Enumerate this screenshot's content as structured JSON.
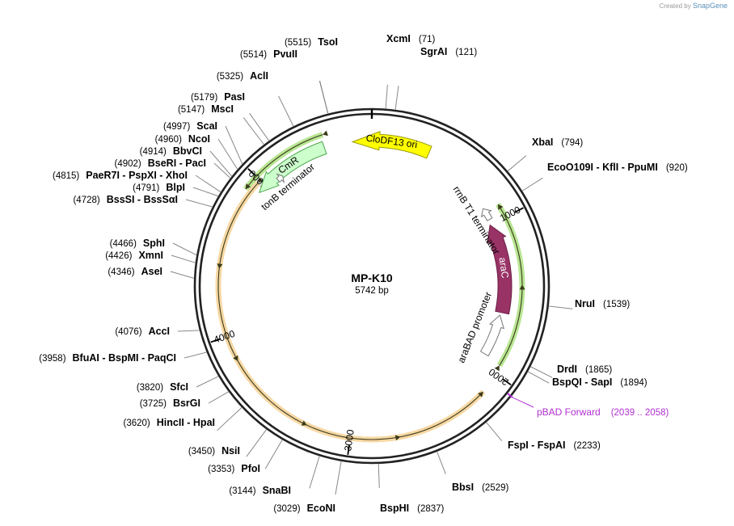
{
  "credit": {
    "prefix": "Created by",
    "brand": "SnapGene"
  },
  "plasmid": {
    "name": "MP-K10",
    "size_label": "5742 bp",
    "length": 5742
  },
  "ticks": [
    {
      "pos": 1000,
      "label": "1000"
    },
    {
      "pos": 2000,
      "label": "2000"
    },
    {
      "pos": 3000,
      "label": "3000"
    },
    {
      "pos": 4000,
      "label": "4000"
    },
    {
      "pos": 5000,
      "label": "5000"
    }
  ],
  "features": [
    {
      "name": "CloDF13 ori",
      "start": 5620,
      "end": 370,
      "direction": "reverse",
      "color": "#ffff00",
      "stroke": "#999900",
      "text_color": "#000000"
    },
    {
      "name": "CmR",
      "start": 4940,
      "end": 5440,
      "direction": "reverse",
      "color": "#ccffcc",
      "stroke": "#4fa64f",
      "text_color": "#000000"
    },
    {
      "name": "araC",
      "start": 1000,
      "end": 1620,
      "direction": "reverse",
      "color": "#993366",
      "stroke": "#6b1f47",
      "text_color": "#ffffff"
    },
    {
      "name": "araBAD promoter",
      "start": 1640,
      "end": 1930,
      "direction": "reverse",
      "color": "#ffffff",
      "stroke": "#777777",
      "text_color": "#000000"
    },
    {
      "name": "rrnB T1 terminator",
      "start": 880,
      "end": 965,
      "direction": "reverse",
      "color": "#ffffff",
      "stroke": "#777777",
      "text_color": "#000000"
    },
    {
      "name": "tonB terminator",
      "start": 5080,
      "end": 5120,
      "direction": "forward",
      "color": "#ffffff",
      "stroke": "#777777",
      "text_color": "#000000"
    }
  ],
  "orfs": [
    {
      "start": 910,
      "end": 1945,
      "direction": "reverse",
      "color": "#7fd13b"
    },
    {
      "start": 4905,
      "end": 5455,
      "direction": "reverse",
      "color": "#7fd13b"
    },
    {
      "start": 2130,
      "end": 4980,
      "direction": "reverse",
      "color": "#f0b85a"
    }
  ],
  "primer": {
    "label": "pBAD Forward",
    "range": "(2039 .. 2058)",
    "pos": 2048,
    "color": "#b030d0"
  },
  "enzymes": [
    {
      "name": "TsoI",
      "pos": 5515,
      "pos_label": "(5515)",
      "side": "left"
    },
    {
      "name": "PvuII",
      "pos": 5514,
      "pos_label": "(5514)",
      "side": "left"
    },
    {
      "name": "AclI",
      "pos": 5325,
      "pos_label": "(5325)",
      "side": "left"
    },
    {
      "name": "PasI",
      "pos": 5179,
      "pos_label": "(5179)",
      "side": "left"
    },
    {
      "name": "MscI",
      "pos": 5147,
      "pos_label": "(5147)",
      "side": "left"
    },
    {
      "name": "ScaI",
      "pos": 4997,
      "pos_label": "(4997)",
      "side": "left"
    },
    {
      "name": "NcoI",
      "pos": 4960,
      "pos_label": "(4960)",
      "side": "left"
    },
    {
      "name": "BbvCI",
      "pos": 4914,
      "pos_label": "(4914)",
      "side": "left"
    },
    {
      "name": "BseRI - PacI",
      "pos": 4902,
      "pos_label": "(4902)",
      "side": "left"
    },
    {
      "name": "PaeR7I - PspXI - XhoI",
      "pos": 4815,
      "pos_label": "(4815)",
      "side": "left"
    },
    {
      "name": "BlpI",
      "pos": 4791,
      "pos_label": "(4791)",
      "side": "left"
    },
    {
      "name": "BssSI - BssSαI",
      "pos": 4728,
      "pos_label": "(4728)",
      "side": "left"
    },
    {
      "name": "SphI",
      "pos": 4466,
      "pos_label": "(4466)",
      "side": "left"
    },
    {
      "name": "XmnI",
      "pos": 4426,
      "pos_label": "(4426)",
      "side": "left"
    },
    {
      "name": "AseI",
      "pos": 4346,
      "pos_label": "(4346)",
      "side": "left"
    },
    {
      "name": "AccI",
      "pos": 4076,
      "pos_label": "(4076)",
      "side": "left"
    },
    {
      "name": "BfuAI - BspMI - PaqCI",
      "pos": 3958,
      "pos_label": "(3958)",
      "side": "left"
    },
    {
      "name": "SfcI",
      "pos": 3820,
      "pos_label": "(3820)",
      "side": "left"
    },
    {
      "name": "BsrGI",
      "pos": 3725,
      "pos_label": "(3725)",
      "side": "left"
    },
    {
      "name": "HincII - HpaI",
      "pos": 3620,
      "pos_label": "(3620)",
      "side": "left"
    },
    {
      "name": "NsiI",
      "pos": 3450,
      "pos_label": "(3450)",
      "side": "left"
    },
    {
      "name": "PfoI",
      "pos": 3353,
      "pos_label": "(3353)",
      "side": "left"
    },
    {
      "name": "SnaBI",
      "pos": 3144,
      "pos_label": "(3144)",
      "side": "left"
    },
    {
      "name": "EcoNI",
      "pos": 3029,
      "pos_label": "(3029)",
      "side": "left"
    },
    {
      "name": "XcmI",
      "pos": 71,
      "pos_label": "(71)",
      "side": "right"
    },
    {
      "name": "SgrAI",
      "pos": 121,
      "pos_label": "(121)",
      "side": "right"
    },
    {
      "name": "XbaI",
      "pos": 794,
      "pos_label": "(794)",
      "side": "right"
    },
    {
      "name": "EcoO109I - KflI - PpuMI",
      "pos": 920,
      "pos_label": "(920)",
      "side": "right"
    },
    {
      "name": "NruI",
      "pos": 1539,
      "pos_label": "(1539)",
      "side": "right"
    },
    {
      "name": "DrdI",
      "pos": 1865,
      "pos_label": "(1865)",
      "side": "right"
    },
    {
      "name": "BspQI - SapI",
      "pos": 1894,
      "pos_label": "(1894)",
      "side": "right"
    },
    {
      "name": "FspI - FspAI",
      "pos": 2233,
      "pos_label": "(2233)",
      "side": "right"
    },
    {
      "name": "BbsI",
      "pos": 2529,
      "pos_label": "(2529)",
      "side": "right"
    },
    {
      "name": "BspHI",
      "pos": 2837,
      "pos_label": "(2837)",
      "side": "right"
    }
  ]
}
